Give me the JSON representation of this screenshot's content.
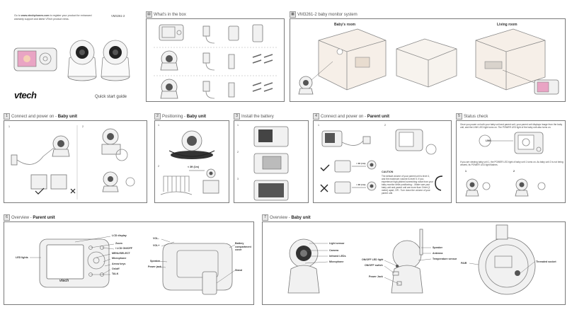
{
  "cover": {
    "intro_prefix": "Go to ",
    "intro_link": "www.vtechphones.com",
    "intro_rest": "to register your product for enhanced warranty support and latest VTech product news.",
    "model": "VM3261-2",
    "logo": "vtech",
    "title": "Quick start guide"
  },
  "sections": {
    "s1": {
      "num": "1",
      "title": "Connect and power on - ",
      "emphasis": "Baby unit"
    },
    "s2": {
      "num": "2",
      "title": "Positioning - ",
      "emphasis": "Baby unit",
      "distance": "< 3ft (1m)"
    },
    "s3": {
      "num": "3",
      "title": "Install the battery"
    },
    "s4": {
      "num": "4",
      "title": "Connect and power on - ",
      "emphasis": "Parent unit",
      "distance": "< 3ft (1m)",
      "caution_title": "CAUTION",
      "caution_text": "The default volume of your parent unit is level 4, and the maximum volume is level 5. If you experience high-pitched screeching noise from your baby monitor while positioning: - Make sure your baby unit and parent unit are more than 3 feet (1 meter) apart, OR - Turn down the volume of your parent unit."
    },
    "s5": {
      "num": "5",
      "title": "Status check",
      "text1": "Once you power on both your baby unit and parent unit, your parent unit displays image from the baby unit, and the LINK LED light turns on. The POWER LED light of the baby unit also turns on.",
      "link_label": "LINK",
      "text2": "If you are viewing baby unit 1, the POWER LED light of baby unit 1 turns on. As baby unit 2 is not being viewed, its POWER LED light flashes.",
      "unit1": "1",
      "unit2": "2"
    },
    "box": {
      "title": "What's in the box"
    },
    "system": {
      "title": "VM3261-2 baby monitor system",
      "room_baby": "Baby's room",
      "room_living": "Living room"
    },
    "s6": {
      "num": "6",
      "title": "Overview - ",
      "emphasis": "Parent unit"
    },
    "s7": {
      "num": "7",
      "title": "Overview - ",
      "emphasis": "Baby unit"
    }
  },
  "parent_labels": {
    "lcd_display": "LCD display",
    "zoom": "Zoom",
    "lcd_onoff": "/ LCD ON/OFF",
    "menu_select": "MENU/SELECT",
    "microphone": "Microphone",
    "arrow_keys": "Arrow keys",
    "onoff": "On/off",
    "talk": "TALK",
    "led_lights": "LED lights",
    "vol_plus": "VOL+",
    "vol_minus": "VOL-",
    "speaker": "Speaker",
    "power_jack": "Power jack",
    "battery_cover": "Battery compartment cover",
    "stand": "Stand",
    "brand": "vtech"
  },
  "baby_labels": {
    "light_sensor": "Light sensor",
    "camera": "Camera",
    "infrared_leds": "Infrared LEDs",
    "microphone": "Microphone",
    "onoff_led": "ON/OFF LED light",
    "onoff_switch": "ON/OFF switch",
    "power_jack": "Power Jack",
    "speaker": "Speaker",
    "antenna": "Antenna",
    "temp_sensor": "Temperature sensor",
    "pair": "PAIR",
    "threaded_socket": "Threaded socket"
  },
  "steps": {
    "a": "1",
    "b": "2",
    "c": "3"
  },
  "colors": {
    "border": "#7a7a7a",
    "header_box": "#e6e6e6",
    "check": "#222222"
  }
}
